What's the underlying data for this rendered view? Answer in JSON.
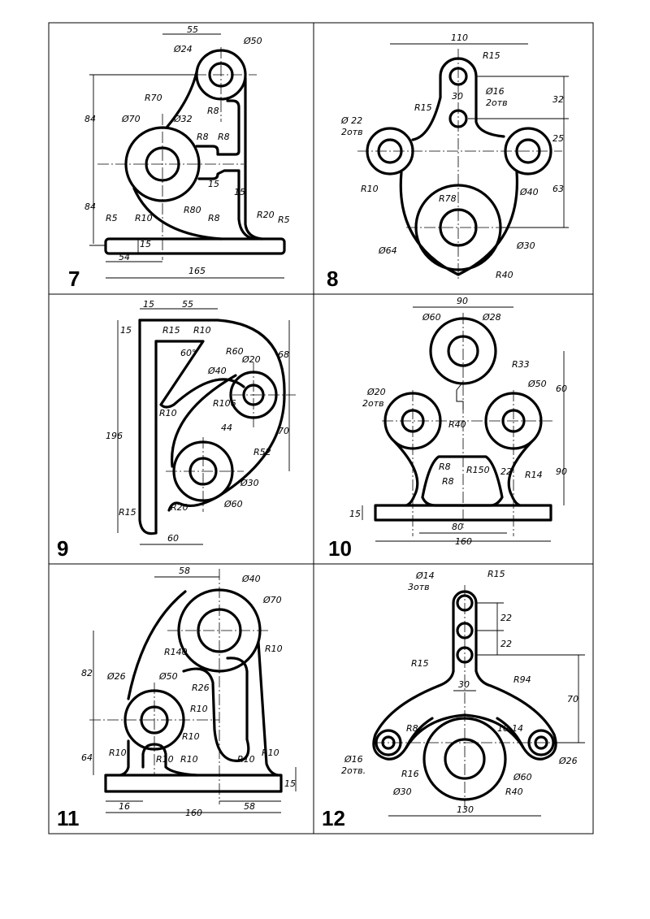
{
  "figures": {
    "f7": {
      "number": "7",
      "dims": [
        "55",
        "Ø50",
        "Ø24",
        "R70",
        "R8",
        "Ø70",
        "Ø32",
        "R8",
        "R8",
        "84",
        "84",
        "15",
        "15",
        "R80",
        "R5",
        "R10",
        "R8",
        "R20",
        "R5",
        "15",
        "54",
        "165"
      ]
    },
    "f8": {
      "number": "8",
      "dims": [
        "110",
        "R15",
        "Ø16",
        "2отв",
        "30",
        "32",
        "R15",
        "Ø 22",
        "2отв",
        "25",
        "R10",
        "R78",
        "Ø40",
        "63",
        "Ø64",
        "Ø30",
        "R40"
      ]
    },
    "f9": {
      "number": "9",
      "dims": [
        "15",
        "55",
        "15",
        "R15",
        "R10",
        "60°",
        "R60",
        "68",
        "Ø20",
        "Ø40",
        "R106",
        "196",
        "44",
        "R10",
        "70",
        "R52",
        "Ø30",
        "Ø60",
        "R15",
        "R20",
        "60"
      ]
    },
    "f10": {
      "number": "10",
      "dims": [
        "90",
        "Ø60",
        "Ø28",
        "R33",
        "60",
        "Ø50",
        "Ø20",
        "2отв",
        "R40",
        "R8",
        "R150",
        "22",
        "R14",
        "90",
        "R8",
        "15",
        "80",
        "160"
      ]
    },
    "f11": {
      "number": "11",
      "dims": [
        "58",
        "Ø40",
        "Ø70",
        "R10",
        "R140",
        "82",
        "Ø26",
        "Ø50",
        "R26",
        "R10",
        "R10",
        "64",
        "R10",
        "R10",
        "R10",
        "R10",
        "R10",
        "15",
        "16",
        "58",
        "160"
      ]
    },
    "f12": {
      "number": "12",
      "dims": [
        "Ø14",
        "3отв",
        "R15",
        "22",
        "22",
        "R15",
        "30",
        "R94",
        "70",
        "R8",
        "10",
        "14",
        "Ø16",
        "2отв.",
        "R16",
        "Ø60",
        "Ø26",
        "Ø30",
        "R40",
        "130"
      ]
    }
  }
}
